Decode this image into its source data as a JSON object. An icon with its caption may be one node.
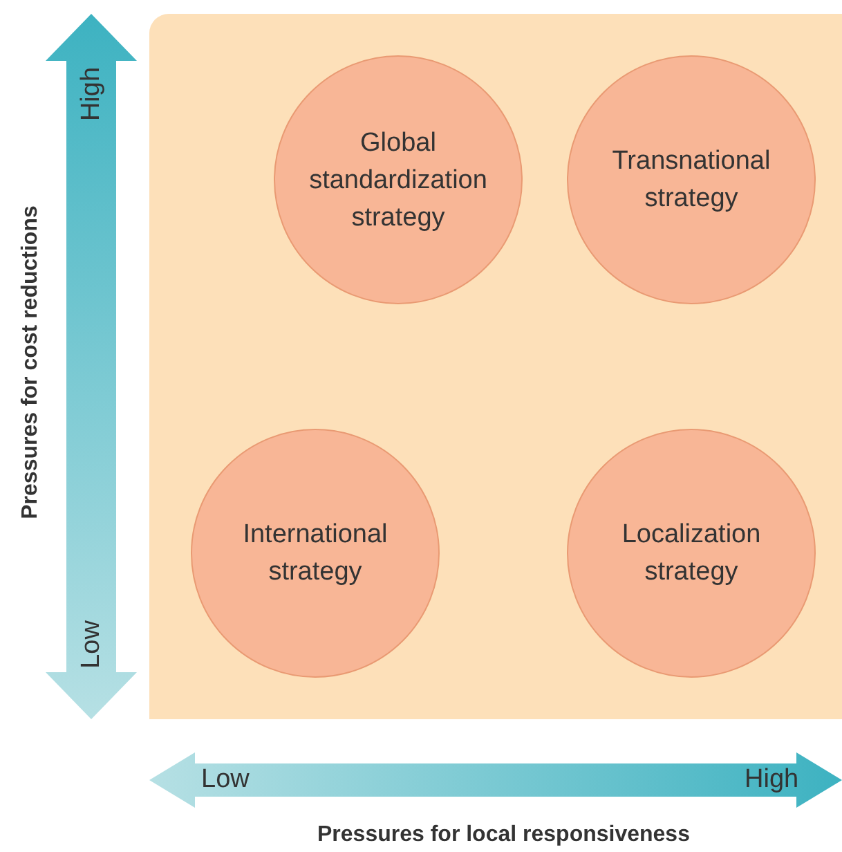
{
  "diagram": {
    "nodes": [
      {
        "text": [],
        "shape": "box"
      },
      {
        "text": [
          "Global standardization strategy"
        ],
        "in": 0
      },
      {
        "text": [
          "Transnational strategy"
        ],
        "in": 0
      },
      {
        "text": [
          "International strategy"
        ],
        "in": 0
      },
      {
        "text": [
          "Localization strategy"
        ],
        "in": 0
      }
    ],
    "labels": [
      "High",
      "Low",
      "Pressures for cost reductions",
      "Low",
      "High",
      "Pressures for local responsiveness"
    ]
  }
}
